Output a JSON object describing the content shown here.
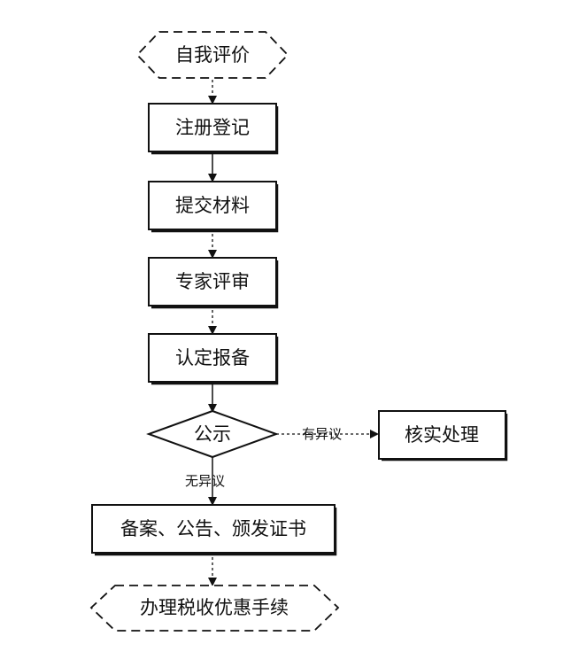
{
  "nodes": {
    "self_evaluation": "自我评价",
    "register": "注册登记",
    "submit_materials": "提交材料",
    "expert_review": "专家评审",
    "certify_record": "认定报备",
    "publicity": "公示",
    "verify_handle": "核实处理",
    "record_announce_issue": "备案、公告、颁发证书",
    "tax_incentive": "办理税收优惠手续"
  },
  "edges": {
    "objection": "有异议",
    "no_objection": "无异议"
  }
}
